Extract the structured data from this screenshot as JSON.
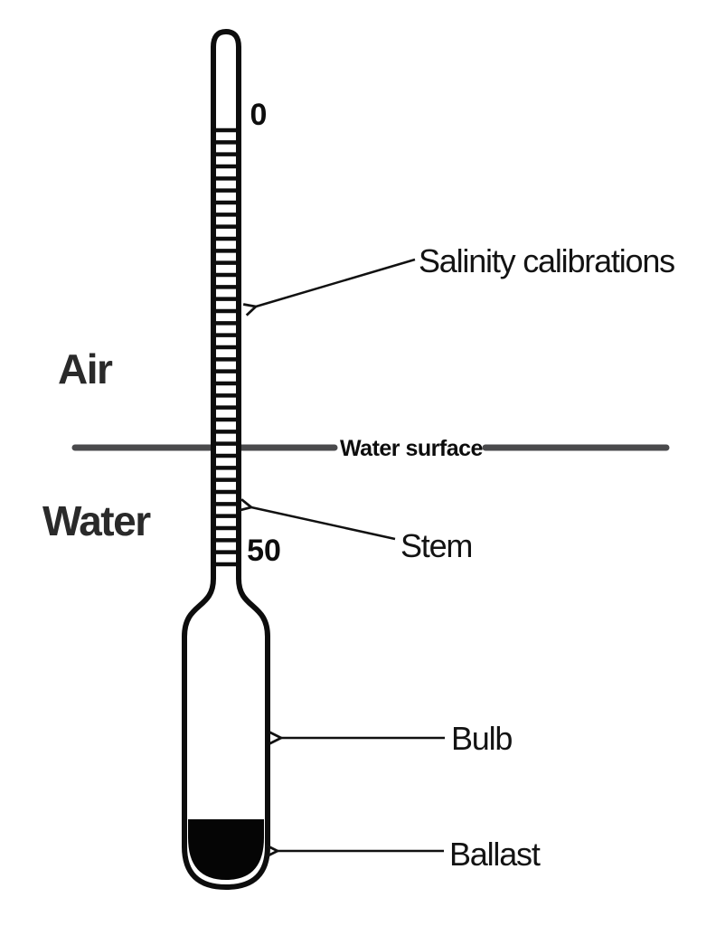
{
  "labels": {
    "zone_air": "Air",
    "zone_water": "Water",
    "water_surface": "Water surface",
    "salinity_calibrations": "Salinity calibrations",
    "stem": "Stem",
    "bulb": "Bulb",
    "ballast": "Ballast"
  },
  "scale": {
    "top_value": "0",
    "bottom_value": "50",
    "tick_count": 37
  },
  "colors": {
    "outline": "#0d0d0d",
    "tick": "#0d0d0d",
    "label_text": "#131313",
    "zone_text": "#2a2a2a",
    "water_line": "#4a4a4c",
    "ballast_fill": "#050505",
    "background": "#ffffff"
  }
}
